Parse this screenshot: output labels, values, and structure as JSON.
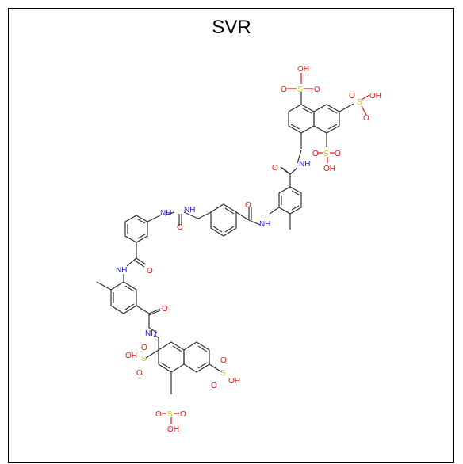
{
  "figure": {
    "title": "SVR"
  },
  "colors": {
    "carbon": "#333333",
    "nitrogen": "#2222dd",
    "oxygen": "#ee1111",
    "sulfur": "#cccc00",
    "index": "#6fbf6f"
  },
  "labels": {
    "nh": "NH",
    "o": "O",
    "s": "S",
    "oh": "OH",
    "h": "H",
    "n": "N"
  }
}
